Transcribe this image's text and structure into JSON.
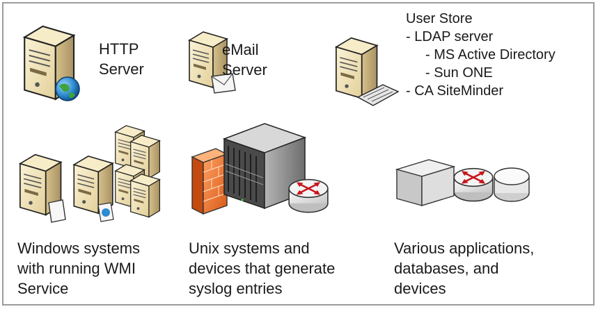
{
  "http_server": {
    "line1": "HTTP",
    "line2": "Server"
  },
  "email_server": {
    "line1": "eMail",
    "line2": "Server"
  },
  "user_store": {
    "title": "User Store",
    "items": [
      "- LDAP server",
      "- MS Active Directory",
      "- Sun ONE",
      "- CA SiteMinder"
    ]
  },
  "windows_group": {
    "lines": [
      "Windows systems",
      "with running WMI",
      "Service"
    ]
  },
  "unix_group": {
    "lines": [
      "Unix systems and",
      "devices that generate",
      "syslog entries"
    ]
  },
  "apps_group": {
    "lines": [
      "Various applications,",
      "databases, and",
      "devices"
    ]
  },
  "colors": {
    "server_body": "#efe2b8",
    "server_shadow": "#b9a476",
    "firewall": "#e8742a",
    "router": "#dedede",
    "rack": "#8d8d8d",
    "globe": "#2e8bd0"
  },
  "icons": [
    "server-icon",
    "globe-icon",
    "mail-icon",
    "keyboard-icon",
    "firewall-icon",
    "router-icon",
    "rack-icon",
    "appliance-icon",
    "database-icon"
  ]
}
